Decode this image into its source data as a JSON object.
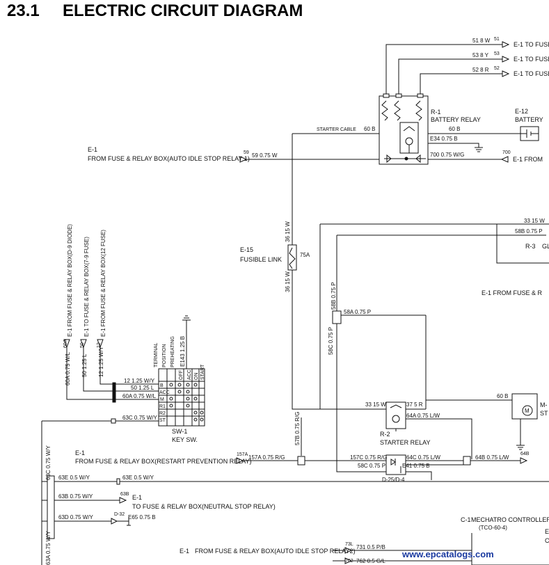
{
  "header": {
    "number": "23.1",
    "title": "ELECTRIC CIRCUIT DIAGRAM"
  },
  "top_outputs": [
    {
      "wire": "51 8 W",
      "pin": "51",
      "dest": "E-1  TO FUSE &"
    },
    {
      "wire": "53 8 Y",
      "pin": "53",
      "dest": "E-1  TO FUSE &"
    },
    {
      "wire": "52 8 R",
      "pin": "52",
      "dest": "E-1  TO FUSE &"
    }
  ],
  "battery_relay": {
    "id": "R-1",
    "name": "BATTERY RELAY",
    "w_starter": "STARTER CABLE",
    "w_60b_l": "60 B",
    "w_60b_r": "60 B",
    "w_e34": "E34 0.75 B",
    "w_700": "700 0.75 W/G"
  },
  "battery": {
    "id": "E-12",
    "name": "BATTERY"
  },
  "idle_stop": {
    "src": "E-1",
    "src_name": "FROM FUSE & RELAY BOX(AUTO IDLE STOP RELAY 1)",
    "pin": "59",
    "wire": "59 0.75 W"
  },
  "right_700": {
    "pin": "700",
    "dest": "E-1  FROM"
  },
  "fusible_link": {
    "id": "E-15",
    "name": "FUSIBLE LINK",
    "rating": "75A",
    "w_top": "36 15 W",
    "w_bot": "36 15 W"
  },
  "vert_sources": [
    {
      "dest": "E-1   FROM FUSE & RELAY BOX(D-9 DIODE)",
      "pin": "60A",
      "wire": "60A 0.75 W/L"
    },
    {
      "dest": "E-1   TO FUSE & RELAY BOX(7-9 FUSE)",
      "pin": "50",
      "wire": "50 1.25 L"
    },
    {
      "dest": "E-1   FROM FUSE & RELAY BOX(12 FUSE)",
      "pin": "12",
      "wire": "12 1.25 W/Y"
    }
  ],
  "key_switch": {
    "id": "SW-1",
    "name": "KEY SW.",
    "col_headers": [
      "TERMINAL",
      "POSITION",
      "PREHEATING",
      "OFF",
      "ACC",
      "ON",
      "START"
    ],
    "rows": [
      "B",
      "ACC",
      "M",
      "R1",
      "R2",
      "ST"
    ],
    "w_12": "12 1.25 W/Y",
    "w_50": "50 1.25 L",
    "w_60a": "60A 0.75 W/L",
    "w_63c": "63C 0.75 W/Y",
    "w_e143": "E143 1.25 B"
  },
  "glow": {
    "w_33": "33 15 W",
    "w_58b": "58B 0.75 P",
    "id": "R-3",
    "name": "GLO"
  },
  "fuse_right": {
    "text": "E-1  FROM FUSE & R"
  },
  "wires_mid": {
    "w_58b_v": "58B 0.75 P",
    "w_58a": "58A 0.75 P",
    "w_58c_v": "58C 0.75 P"
  },
  "starter_relay": {
    "id": "R-2",
    "name": "STARTER RELAY",
    "w_33": "33 15 W",
    "w_37": "37 5 R",
    "w_64a": "64A 0.75 L/W",
    "w_57b": "57B 0.75 R/G"
  },
  "motor": {
    "w_60b": "60 B",
    "id": "M-",
    "name": "ST"
  },
  "restart": {
    "src": "E-1",
    "src_name": "FROM FUSE & RELAY BOX(RESTART PREVENTION RELAY)",
    "pin": "157A",
    "wire": "157A 0.75 R/G"
  },
  "diode": {
    "id": "D-25/D-4",
    "w_157c": "157C 0.75 R/G",
    "w_58c": "58C 0.75 P",
    "w_64c": "64C 0.75 L/W",
    "w_e41": "E41 0.75 B",
    "w_64b": "64B 0.75 L/W",
    "pin_64b": "64B"
  },
  "left_bus": {
    "w_63c": "63C 0.75 W/Y",
    "w_63a": "63A 0.75 W/Y"
  },
  "bus_rows": {
    "w_63e_l": "63E 0.5 W/Y",
    "w_63e_r": "63E 0.5 W/Y",
    "w_63b": "63B 0.75 W/Y",
    "pin_63b": "63B",
    "dest_63b_id": "E-1",
    "dest_63b": "TO FUSE & RELAY BOX(NEUTRAL STOP RELAY)",
    "w_63d": "63D 0.75 W/Y",
    "d32": "D-32",
    "w_e65": "E65 0.75 B"
  },
  "controller": {
    "id": "C-1",
    "name": "MECHATRO CONTROLLER",
    "model": "(TCO-60-4)",
    "pin_a": "E",
    "pin_b": "C"
  },
  "auto_idle2": {
    "src": "E-1",
    "src_name": "FROM FUSE & RELAY BOX(AUTO IDLE STOP RELAY2)",
    "pin": "73L",
    "wire": "731 0.5 P/B",
    "bottom_pin": "762",
    "bottom_wire": "762 0.5 G/L"
  },
  "watermark": "www.epcatalogs.com"
}
